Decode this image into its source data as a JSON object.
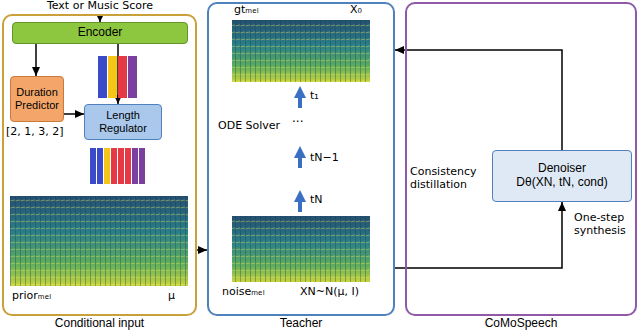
{
  "diagram": {
    "nodes": [
      {
        "text": [
          "Conditional input"
        ]
      },
      {
        "text": [
          "Encoder"
        ],
        "in": 0
      },
      {
        "text": [
          "Duration Predictor"
        ],
        "in": 0
      },
      {
        "text": [
          "Length Regulator"
        ],
        "in": 0
      },
      {
        "text": [
          "Teacher"
        ]
      },
      {
        "text": [
          "CoMoSpeech"
        ]
      },
      {
        "text": [
          "Denoiser",
          "Dθ(XN, tN, cond)"
        ],
        "in": 5
      }
    ],
    "edges": [
      {
        "from": 1,
        "to": 2,
        "arrow": "to"
      },
      {
        "from": 1,
        "to": 3,
        "arrow": "to"
      },
      {
        "from": 2,
        "to": 3,
        "arrow": "to"
      },
      {
        "from": 0,
        "to": 4,
        "arrow": "to"
      },
      {
        "from": 4,
        "to": 6,
        "arrow": "to"
      },
      {
        "from": 6,
        "to": 4,
        "arrow": "to"
      }
    ],
    "labels": [
      "Text or Music Score",
      "[2, 1, 3, 2]",
      "priorₘₑₗ",
      "μ",
      "gtₘₑₗ",
      "X₀",
      "t₁",
      "ODE Solver",
      "···",
      "tN−1",
      "tN",
      "noiseₘₑₗ",
      "XN~N(μ, I)",
      "Consistency distillation",
      "One-step synthesis"
    ]
  }
}
